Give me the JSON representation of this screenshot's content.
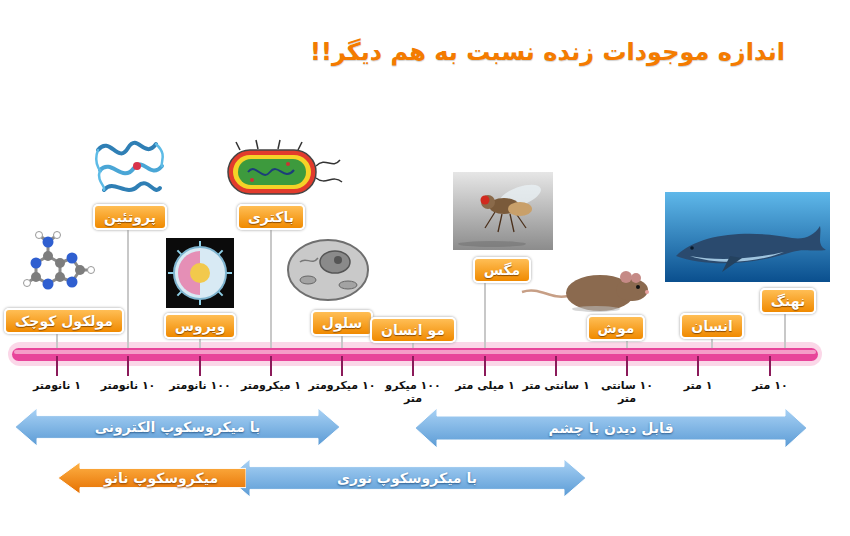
{
  "diagram": {
    "title": "اندازه موجودات زنده نسبت به هم دیگر!!",
    "nodes": [
      {
        "text": [
          "مولکول کوچک"
        ]
      },
      {
        "text": [
          "پروتئین"
        ]
      },
      {
        "text": [
          "ویروس"
        ]
      },
      {
        "text": [
          "باکتری"
        ]
      },
      {
        "text": [
          "سلول"
        ]
      },
      {
        "text": [
          "مو انسان"
        ]
      },
      {
        "text": [
          "مگس"
        ]
      },
      {
        "text": [
          "موش"
        ]
      },
      {
        "text": [
          "انسان"
        ]
      },
      {
        "text": [
          "نهنگ"
        ]
      },
      {
        "text": [
          "با میکروسکوپ الکترونی"
        ]
      },
      {
        "text": [
          "قابل دیدن با چشم"
        ]
      },
      {
        "text": [
          "با میکروسکوپ نوری"
        ]
      },
      {
        "text": [
          "میکروسکوپ نانو"
        ]
      }
    ],
    "labels": [
      "۱ نانومتر",
      "۱۰ نانومتر",
      "۱۰۰ نانومتر",
      "۱ میکرومتر",
      "۱۰ میکرومتر",
      "۱۰۰ میکرو متر",
      "۱ میلی متر",
      "۱ سانتی متر",
      "۱۰ سانتی متر",
      "۱ متر",
      "۱۰ متر"
    ]
  }
}
